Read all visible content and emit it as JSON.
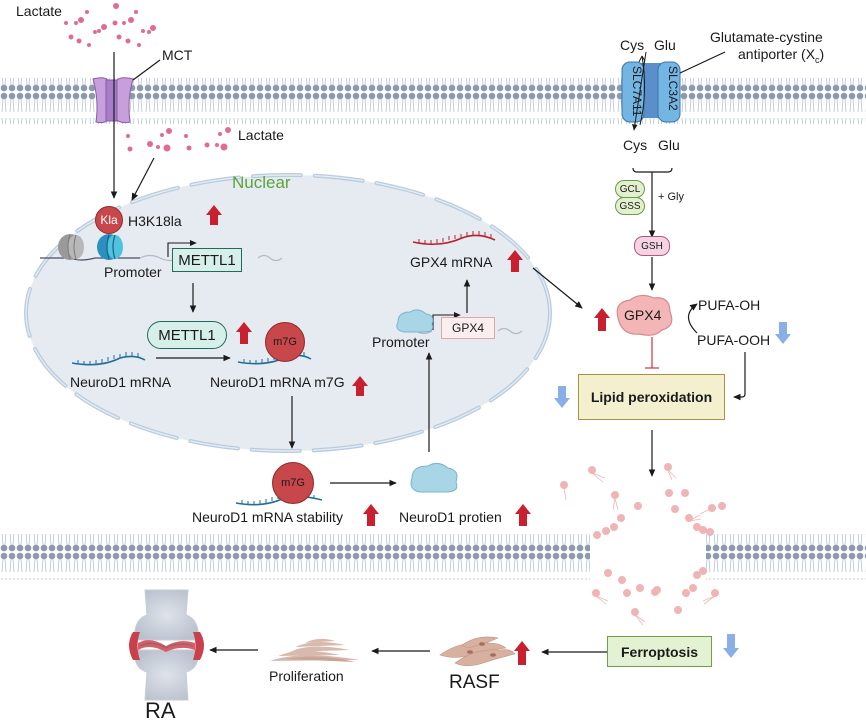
{
  "title": "Lactate-H3K18la-METTL1-NeuroD1-GPX4 ferroptosis pathway in RA",
  "colors": {
    "up_arrow": "#c8202e",
    "down_arrow": "#8aaee6",
    "membrane_head": "#8c9aae",
    "lactate_dot": "#e06b93",
    "nucleus_fill": "#e6ebf1",
    "nuclear_label": "#5aa43a"
  },
  "extracellular": {
    "lactate_label": "Lactate",
    "transporter_label": "MCT"
  },
  "cytoplasm": {
    "lactate_label": "Lactate"
  },
  "nucleus": {
    "label": "Nuclear",
    "kla_label": "Kla",
    "histone_mark": "H3K18la",
    "histone_mark_trend": "up",
    "promoter_label_1": "Promoter",
    "mettl1_gene": "METTL1",
    "mettl1_protein": "METTL1",
    "mettl1_trend": "up",
    "neurod1_mrna": "NeuroD1 mRNA",
    "neurod1_mrna_m7g": "NeuroD1 mRNA m7G",
    "neurod1_mrna_m7g_trend": "up",
    "m7g_label": "m7G",
    "promoter_label_2": "Promoter",
    "gpx4_gene": "GPX4",
    "gpx4_mrna": "GPX4 mRNA",
    "gpx4_mrna_trend": "up"
  },
  "cytosol_lower": {
    "m7g_label": "m7G",
    "mrna_stability": "NeuroD1 mRNA stability",
    "mrna_stability_trend": "up",
    "protein": "NeuroD1 protien",
    "protein_trend": "up"
  },
  "antiporter": {
    "label_line1": "Glutamate-cystine",
    "label_line2": "antiporter (X",
    "label_sub": "c",
    "label_end": ")",
    "subunit_left": "SLC7A11",
    "subunit_right": "SLC3A2",
    "top_left": "Cys",
    "top_right": "Glu",
    "bottom_left": "Cys",
    "bottom_right": "Glu"
  },
  "gsh_synthesis": {
    "enzyme_1": "GCL",
    "enzyme_2": "GSS",
    "cofactor": "+ Gly",
    "product": "GSH"
  },
  "gpx4_reaction": {
    "enzyme": "GPX4",
    "enzyme_trend": "up",
    "product": "PUFA-OH",
    "substrate": "PUFA-OOH",
    "substrate_trend": "down"
  },
  "lipid_peroxidation": {
    "label": "Lipid peroxidation",
    "trend": "down"
  },
  "outcomes": {
    "ferroptosis": "Ferroptosis",
    "ferroptosis_trend": "down",
    "rasf": "RASF",
    "rasf_trend": "up",
    "proliferation": "Proliferation",
    "disease": "RA"
  }
}
